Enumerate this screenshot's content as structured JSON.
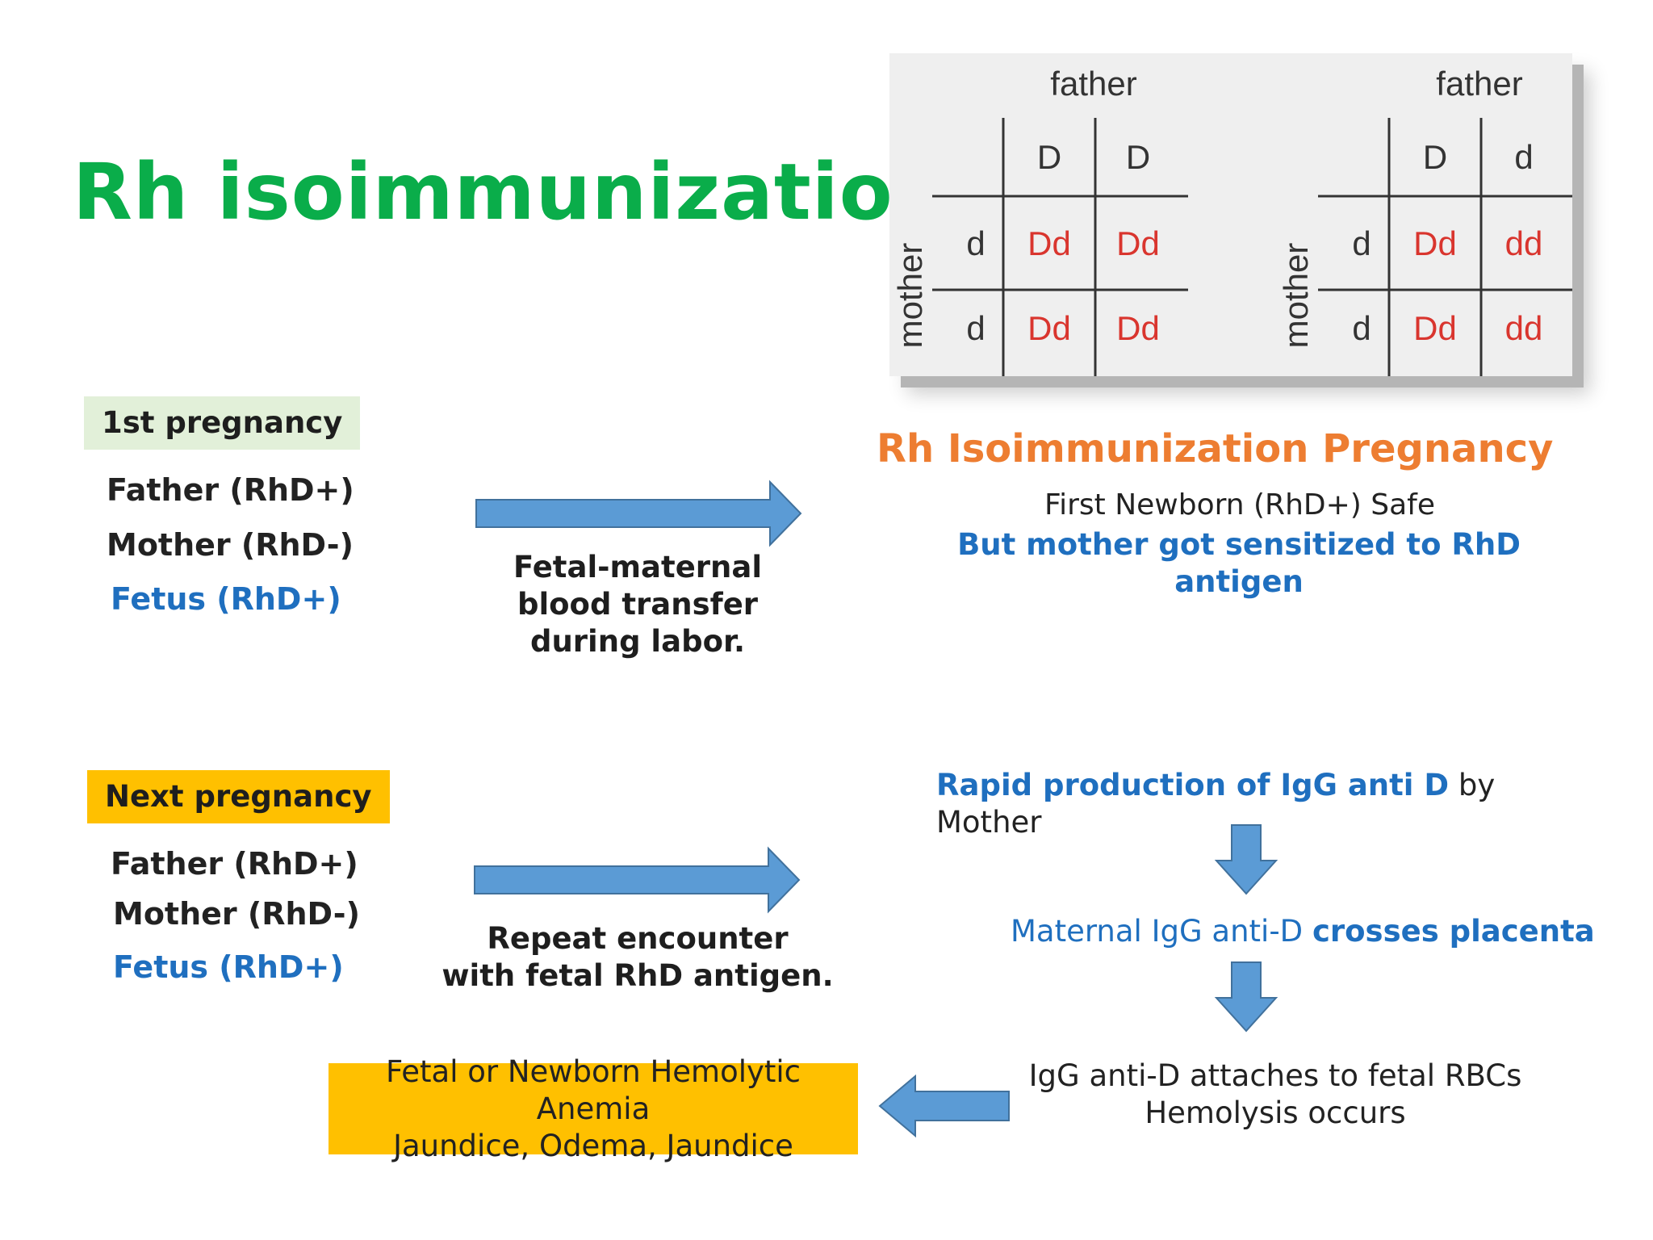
{
  "title": "Rh isoimmunization",
  "punnett": {
    "left": {
      "father_label": "father",
      "mother_label": "mother",
      "father_alleles": [
        "D",
        "D"
      ],
      "mother_alleles": [
        "d",
        "d"
      ],
      "cells": [
        [
          "Dd",
          "Dd"
        ],
        [
          "Dd",
          "Dd"
        ]
      ]
    },
    "right": {
      "father_label": "father",
      "mother_label": "mother",
      "father_alleles": [
        "D",
        "d"
      ],
      "mother_alleles": [
        "d",
        "d"
      ],
      "cells": [
        [
          "Dd",
          "dd"
        ],
        [
          "Dd",
          "dd"
        ]
      ]
    },
    "cell_color": "#d9352e"
  },
  "first": {
    "tag": "1st pregnancy",
    "father": "Father (RhD+)",
    "mother": "Mother (RhD-)",
    "fetus": "Fetus (RhD+)",
    "transfer_lines": [
      "Fetal-maternal",
      "blood transfer",
      "during labor."
    ]
  },
  "right_heading": "Rh Isoimmunization Pregnancy",
  "first_newborn": "First Newborn (RhD+) Safe",
  "sensitized_lines": [
    "But mother got sensitized to RhD",
    "antigen"
  ],
  "next": {
    "tag": "Next pregnancy",
    "father": "Father (RhD+)",
    "mother": "Mother (RhD-)",
    "fetus": "Fetus (RhD+)",
    "encounter_lines": [
      "Repeat encounter",
      "with fetal RhD antigen."
    ]
  },
  "flow": {
    "rapid_bold": "Rapid production of IgG anti D",
    "rapid_tail": " by",
    "rapid_line2": "Mother",
    "crosses_plain": "Maternal IgG anti-D ",
    "crosses_bold": "crosses placenta",
    "attach_line1": "IgG anti-D attaches to fetal RBCs",
    "attach_line2": "Hemolysis occurs"
  },
  "outcome": {
    "line1": "Fetal or Newborn Hemolytic Anemia",
    "line2": "Jaundice, Odema, Jaundice"
  },
  "colors": {
    "title": "#0aad4a",
    "heading": "#ed7d31",
    "blue": "#1f6fbf",
    "arrow_fill": "#5b9bd5",
    "arrow_stroke": "#41719c",
    "yellow": "#ffc000",
    "green_tag": "#e2f0d9"
  }
}
